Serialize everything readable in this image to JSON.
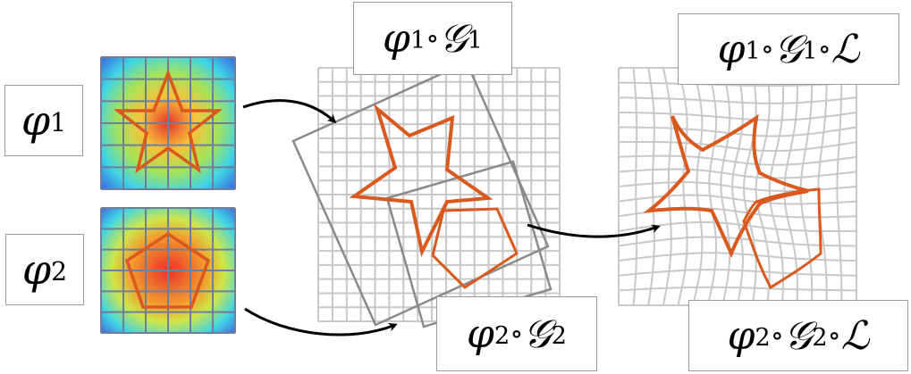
{
  "labels": {
    "phi1": {
      "sym": "φ",
      "sub": "1"
    },
    "phi2": {
      "sym": "φ",
      "sub": "2"
    },
    "phi1_g1": {
      "a": "φ",
      "a_sub": "1",
      "op": "∘",
      "b": "𝒢",
      "b_sub": "1"
    },
    "phi2_g2": {
      "a": "φ",
      "a_sub": "2",
      "op": "∘",
      "b": "𝒢",
      "b_sub": "2"
    },
    "phi1_g1_l": {
      "a": "φ",
      "a_sub": "1",
      "op": "∘",
      "b": "𝒢",
      "b_sub": "1",
      "op2": "∘",
      "c": "ℒ"
    },
    "phi2_g2_l": {
      "a": "φ",
      "a_sub": "2",
      "op": "∘",
      "b": "𝒢",
      "b_sub": "2",
      "op2": "∘",
      "c": "ℒ"
    }
  },
  "colors": {
    "shape_outline": "#d9591e",
    "grid_light": "#c8c8c8",
    "frame_gray": "#8a8a8a",
    "arrow": "#000000",
    "heatmap_hot": "#e8332b",
    "heatmap_cold": "#3a5ee0"
  }
}
